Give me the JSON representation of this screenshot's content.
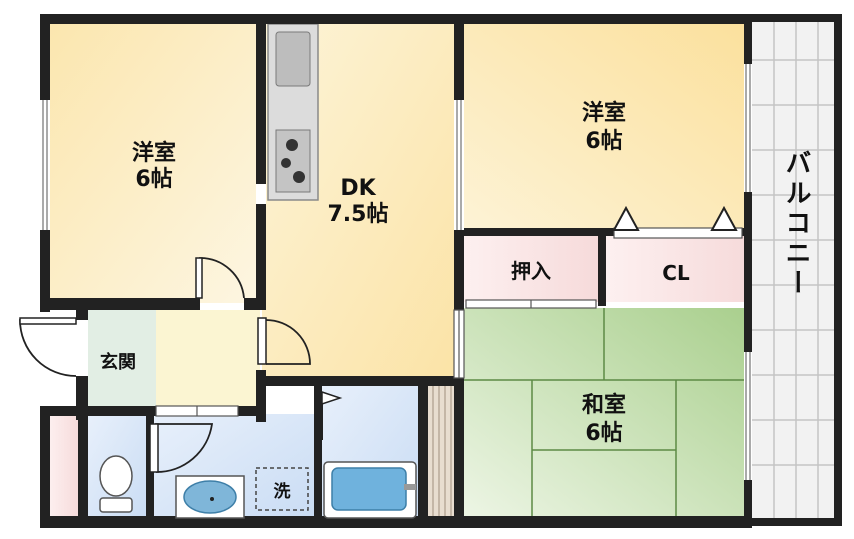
{
  "rooms": {
    "western_left": {
      "name": "洋室",
      "size": "6帖"
    },
    "dk": {
      "name": "DK",
      "size": "7.5帖"
    },
    "western_right": {
      "name": "洋室",
      "size": "6帖"
    },
    "japanese": {
      "name": "和室",
      "size": "6帖"
    },
    "oshiire": {
      "name": "押入"
    },
    "closet": {
      "name": "CL"
    },
    "entrance": {
      "name": "玄関"
    },
    "washer": {
      "name": "洗"
    },
    "balcony": {
      "name": "バルコニー"
    }
  },
  "colors": {
    "wall": "#222222",
    "western_floor": "#fbe2a3",
    "tatami": "#c9e0b0",
    "storage": "#f7dede",
    "wet_area": "#d6e6f7",
    "balcony": "#eeeeee",
    "entrance": "#e4efe6"
  }
}
